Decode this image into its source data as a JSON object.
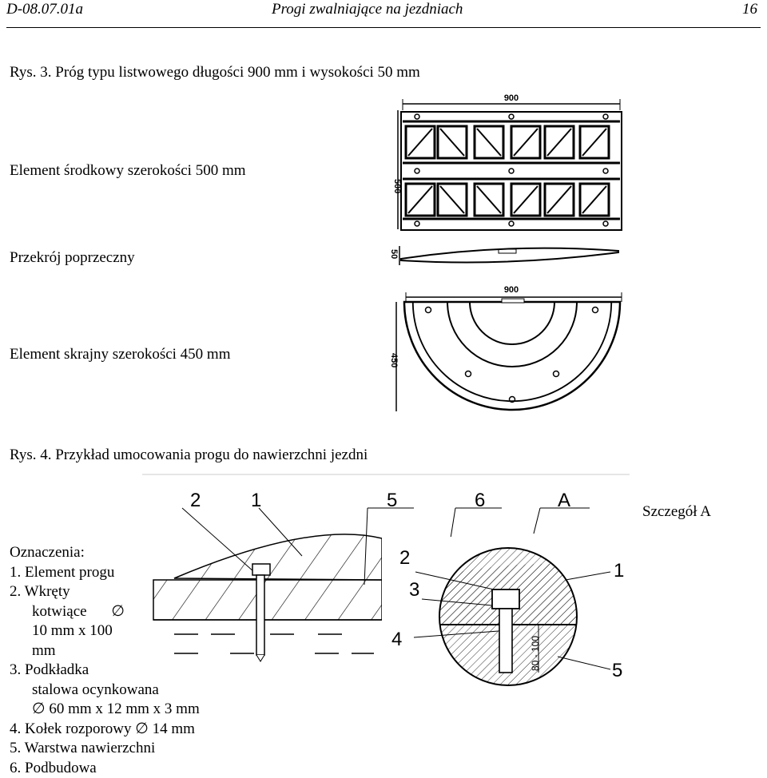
{
  "header": {
    "code": "D-08.07.01a",
    "title": "Progi zwalniające na jezdniach",
    "page": "16"
  },
  "fig3": {
    "caption": "Rys. 3. Próg typu listwowego długości 900 mm i wysokości 50 mm",
    "label_middle": "Element środkowy szerokości 500 mm",
    "label_section": "Przekrój poprzeczny",
    "label_edge": "Element skrajny szerokości 450 mm",
    "dim_900_a": "900",
    "dim_500": "500",
    "dim_50": "50",
    "dim_900_b": "900",
    "dim_450": "450"
  },
  "fig4": {
    "caption": "Rys. 4. Przykład umocowania progu do nawierzchni jezdni",
    "detail_title": "Szczegół A",
    "callouts_top": [
      "2",
      "1",
      "5",
      "6",
      "A"
    ],
    "callouts_detail": [
      "2",
      "3",
      "4",
      "1",
      "5"
    ],
    "dim_depth": "80 - 100"
  },
  "legend": {
    "title": "Oznaczenia:",
    "i1": "1. Element progu",
    "i2a": "2. Wkręty",
    "i2b": "kotwiące",
    "i2c": "10 mm x 100",
    "i2d": "mm",
    "i3a": "3. Podkładka",
    "i3b": "stalowa ocynkowana",
    "i3c": "60 mm x 12 mm x 3 mm",
    "i4": "4. Kołek rozporowy",
    "i4b": "14 mm",
    "i5": "5. Warstwa nawierzchni",
    "i6": "6. Podbudowa",
    "diameter": "∅"
  }
}
